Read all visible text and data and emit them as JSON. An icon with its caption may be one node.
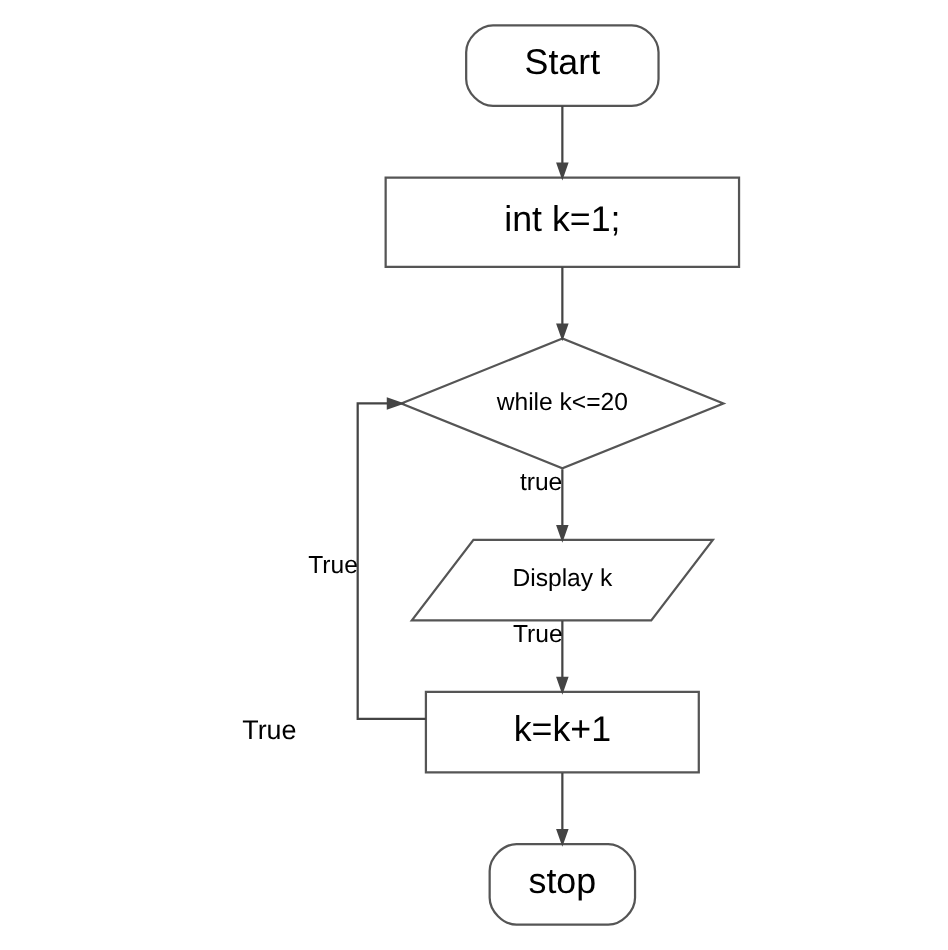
{
  "diagram": {
    "nodes": [
      {
        "text": [
          "Start"
        ]
      },
      {
        "text": [
          "int k=1;"
        ]
      },
      {
        "text": [
          "while k<=20"
        ]
      },
      {
        "text": [
          "Display k"
        ]
      },
      {
        "text": [
          "k=k+1"
        ]
      },
      {
        "text": [
          "stop"
        ]
      }
    ],
    "edges": [
      {
        "from": 0,
        "to": 1,
        "arrow": "to"
      },
      {
        "from": 1,
        "to": 2,
        "arrow": "to"
      },
      {
        "from": 2,
        "to": 3,
        "arrow": "to",
        "label": "true"
      },
      {
        "from": 3,
        "to": 4,
        "arrow": "to",
        "label": "True"
      },
      {
        "from": 4,
        "to": 2,
        "arrow": "to",
        "label": "True"
      },
      {
        "from": 4,
        "to": 5,
        "arrow": "to"
      }
    ],
    "labels": [
      "True"
    ]
  }
}
